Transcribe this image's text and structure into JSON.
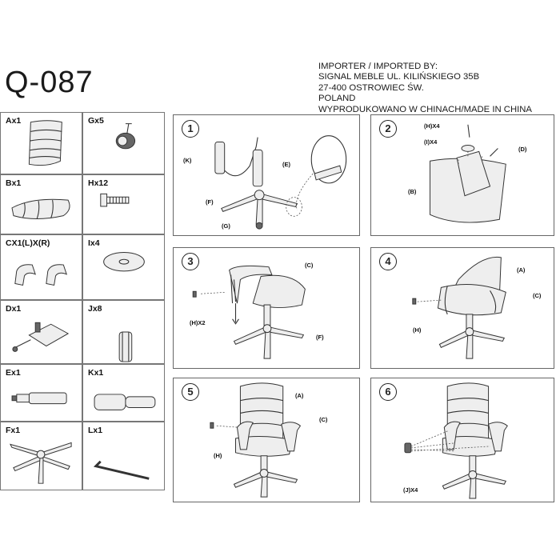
{
  "header": {
    "model": "Q-087",
    "importer_lines": [
      "IMPORTER / IMPORTED BY:",
      "SIGNAL MEBLE  UL. KILIŃSKIEGO 35B",
      "27-400 OSTROWIEC ŚW.",
      "POLAND",
      "WYPRODUKOWANO W CHINACH/MADE IN CHINA"
    ]
  },
  "parts": [
    {
      "label": "Ax1"
    },
    {
      "label": "Gx5"
    },
    {
      "label": "Bx1"
    },
    {
      "label": "Hx12"
    },
    {
      "label": "CX1(L)X(R)"
    },
    {
      "label": "Ix4"
    },
    {
      "label": "Dx1"
    },
    {
      "label": "Jx8"
    },
    {
      "label": "Ex1"
    },
    {
      "label": "Kx1"
    },
    {
      "label": "Fx1"
    },
    {
      "label": "Lx1"
    }
  ],
  "steps": [
    {
      "number": "1",
      "labels": [
        "(K)",
        "(E)",
        "(F)",
        "(G)"
      ]
    },
    {
      "number": "2",
      "labels": [
        "(H)X4",
        "(I)X4",
        "(D)",
        "(B)"
      ]
    },
    {
      "number": "3",
      "labels": [
        "(C)",
        "(H)X2",
        "(F)"
      ]
    },
    {
      "number": "4",
      "labels": [
        "(A)",
        "(C)",
        "(H)"
      ]
    },
    {
      "number": "5",
      "labels": [
        "(A)",
        "(C)",
        "(H)"
      ]
    },
    {
      "number": "6",
      "labels": [
        "(J)X4"
      ]
    }
  ]
}
